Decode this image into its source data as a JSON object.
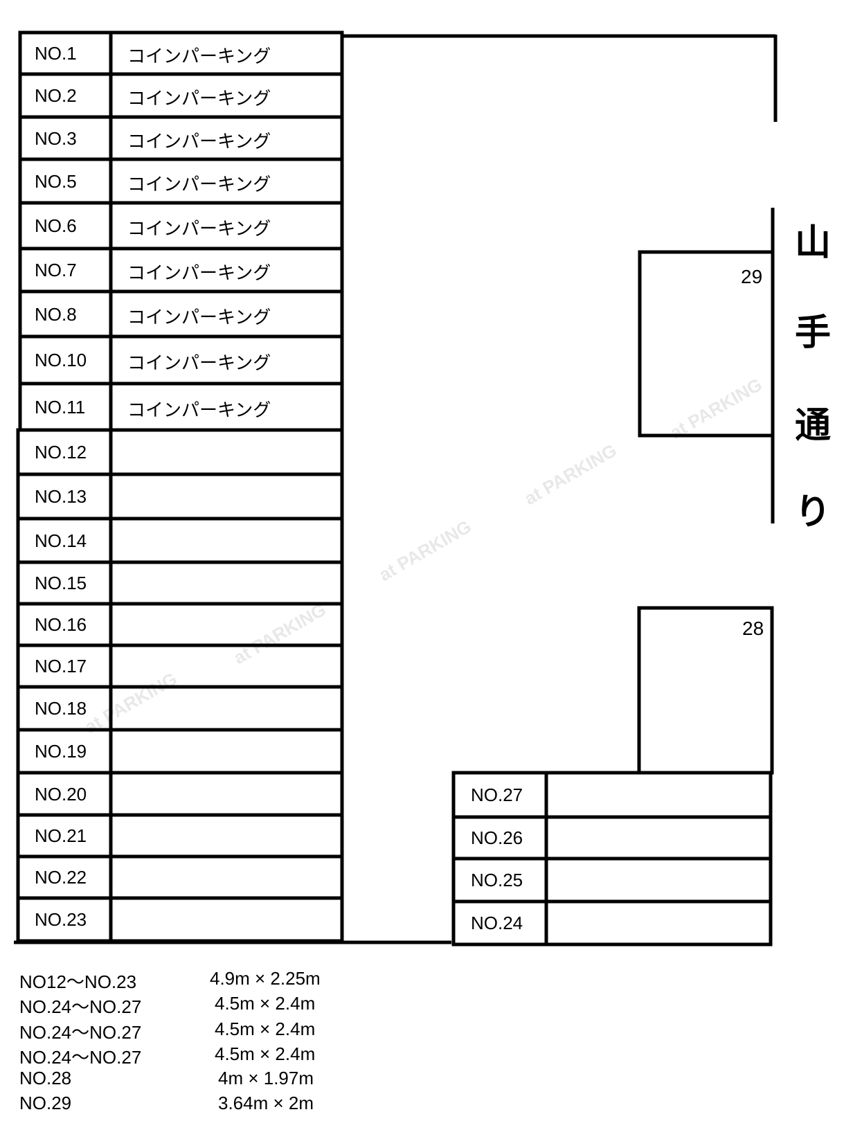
{
  "left_spaces": [
    {
      "label": "NO.1",
      "name": "コインパーキング"
    },
    {
      "label": "NO.2",
      "name": "コインパーキング"
    },
    {
      "label": "NO.3",
      "name": "コインパーキング"
    },
    {
      "label": "NO.5",
      "name": "コインパーキング"
    },
    {
      "label": "NO.6",
      "name": "コインパーキング"
    },
    {
      "label": "NO.7",
      "name": "コインパーキング"
    },
    {
      "label": "NO.8",
      "name": "コインパーキング"
    },
    {
      "label": "NO.10",
      "name": "コインパーキング"
    },
    {
      "label": "NO.11",
      "name": "コインパーキング"
    },
    {
      "label": "NO.12",
      "name": ""
    },
    {
      "label": "NO.13",
      "name": ""
    },
    {
      "label": "NO.14",
      "name": ""
    },
    {
      "label": "NO.15",
      "name": ""
    },
    {
      "label": "NO.16",
      "name": ""
    },
    {
      "label": "NO.17",
      "name": ""
    },
    {
      "label": "NO.18",
      "name": ""
    },
    {
      "label": "NO.19",
      "name": ""
    },
    {
      "label": "NO.20",
      "name": ""
    },
    {
      "label": "NO.21",
      "name": ""
    },
    {
      "label": "NO.22",
      "name": ""
    },
    {
      "label": "NO.23",
      "name": ""
    }
  ],
  "right_spaces": [
    {
      "label": "NO.27"
    },
    {
      "label": "NO.26"
    },
    {
      "label": "NO.25"
    },
    {
      "label": "NO.24"
    }
  ],
  "space_29": "29",
  "space_28": "28",
  "road": [
    "山",
    "手",
    "通",
    "り"
  ],
  "legend": [
    {
      "range": "NO12～NO.23",
      "size": "4.9m × 2.25m"
    },
    {
      "range": "NO.24～NO.27",
      "size": "4.5m × 2.4m"
    },
    {
      "range": "NO.24～NO.27",
      "size": "4.5m × 2.4m"
    },
    {
      "range": "NO.24～NO.27",
      "size": "4.5m × 2.4m"
    },
    {
      "range": "NO.28",
      "size": "4m × 1.97m"
    },
    {
      "range": "NO.29",
      "size": "3.64m × 2m"
    }
  ],
  "watermark": "at PARKING"
}
